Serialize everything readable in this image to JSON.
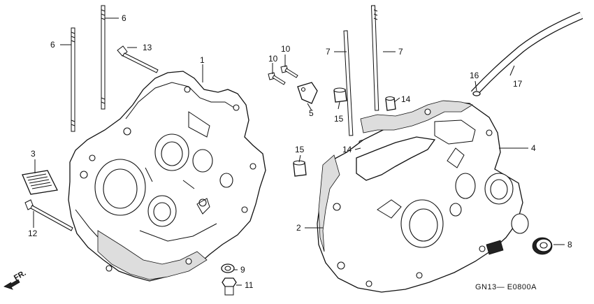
{
  "diagram": {
    "part_labels": [
      "1",
      "2",
      "3",
      "4",
      "5",
      "6",
      "6",
      "7",
      "7",
      "8",
      "9",
      "10",
      "10",
      "11",
      "12",
      "13",
      "14",
      "14",
      "15",
      "15",
      "16",
      "17"
    ],
    "direction_label": "FR.",
    "drawing_code": "GN13— E0800A"
  }
}
